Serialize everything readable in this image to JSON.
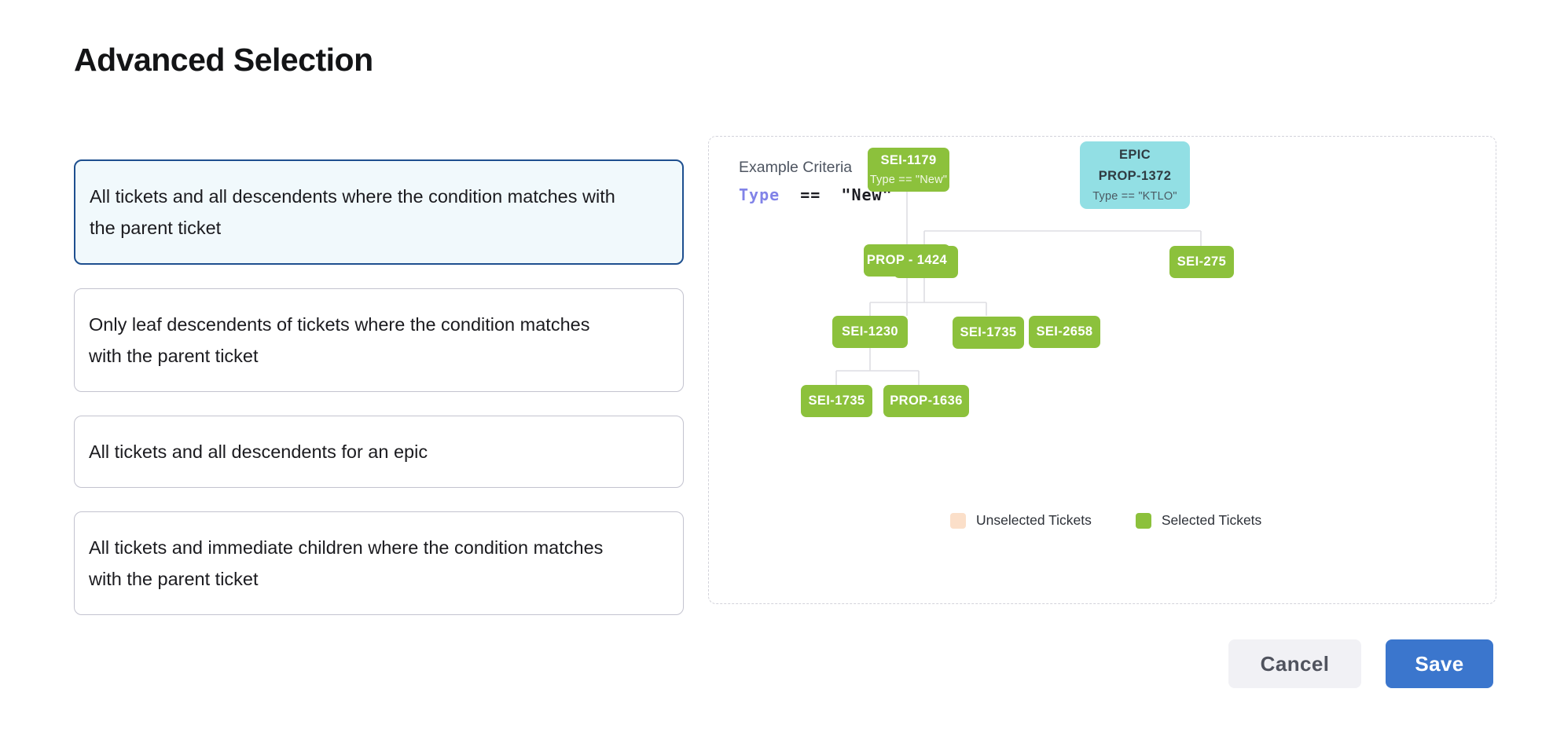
{
  "page_title": "Advanced Selection",
  "options": [
    {
      "label": "All tickets and all descendents where the condition matches with the parent ticket",
      "selected": true
    },
    {
      "label": "Only leaf descendents of tickets where the condition matches with the parent ticket",
      "selected": false
    },
    {
      "label": "All tickets and all descendents for an epic",
      "selected": false
    },
    {
      "label": "All tickets and immediate children where the condition matches with the parent ticket",
      "selected": false
    }
  ],
  "diagram": {
    "criteria_label": "Example Criteria",
    "criteria_keyword": "Type",
    "criteria_rest": "  ==  \"New\"",
    "nodes": {
      "root": {
        "title": "SEI-1179",
        "subtitle": "Type == \"New\""
      },
      "epic": {
        "tag": "EPIC",
        "title": "PROP-1372",
        "subtitle": "Type == \"KTLO\""
      },
      "r2a": {
        "title": "SEI-275"
      },
      "r2b": {
        "title": "PROP - 1424"
      },
      "r2c": {
        "title": "SEI-275"
      },
      "r3a": {
        "title": "SEI-1230"
      },
      "r3b": {
        "title": "SEI-1735"
      },
      "r3c": {
        "title": "SEI-2658"
      },
      "r4a": {
        "title": "SEI-1735"
      },
      "r4b": {
        "title": "PROP-1636"
      }
    },
    "legend": [
      {
        "label": "Unselected Tickets",
        "color": "#fbdfc9"
      },
      {
        "label": "Selected Tickets",
        "color": "#8cc13c"
      }
    ]
  },
  "footer": {
    "cancel_label": "Cancel",
    "save_label": "Save"
  },
  "colors": {
    "selected_node": "#8cc13c",
    "epic_node": "#92dfe4",
    "unselected_node": "#fbdfc9",
    "primary_button": "#3b76cd",
    "selected_card_border": "#1e4f8f",
    "selected_card_bg": "#f1f9fc",
    "criteria_keyword": "#8183e8"
  }
}
